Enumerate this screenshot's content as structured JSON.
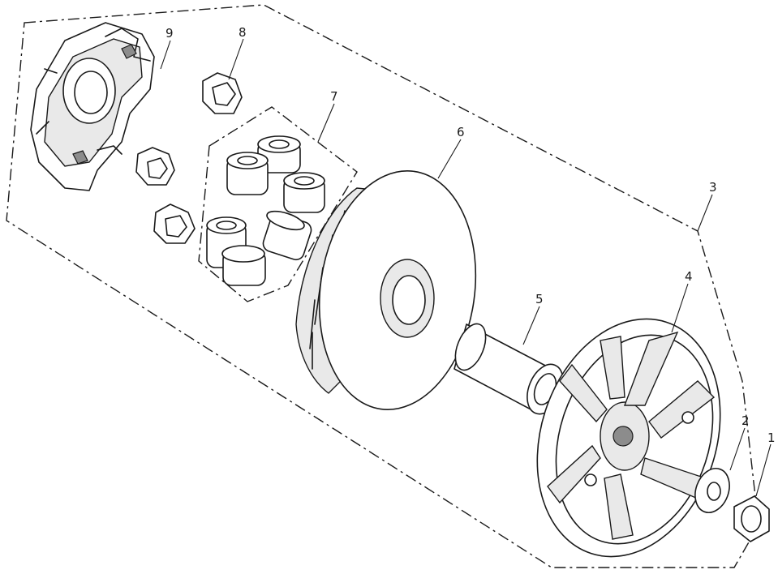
{
  "callouts": [
    {
      "id": "1",
      "label": "1"
    },
    {
      "id": "2",
      "label": "2"
    },
    {
      "id": "3",
      "label": "3"
    },
    {
      "id": "4",
      "label": "4"
    },
    {
      "id": "5",
      "label": "5"
    },
    {
      "id": "6",
      "label": "6"
    },
    {
      "id": "7",
      "label": "7"
    },
    {
      "id": "8",
      "label": "8"
    },
    {
      "id": "9",
      "label": "9"
    }
  ]
}
